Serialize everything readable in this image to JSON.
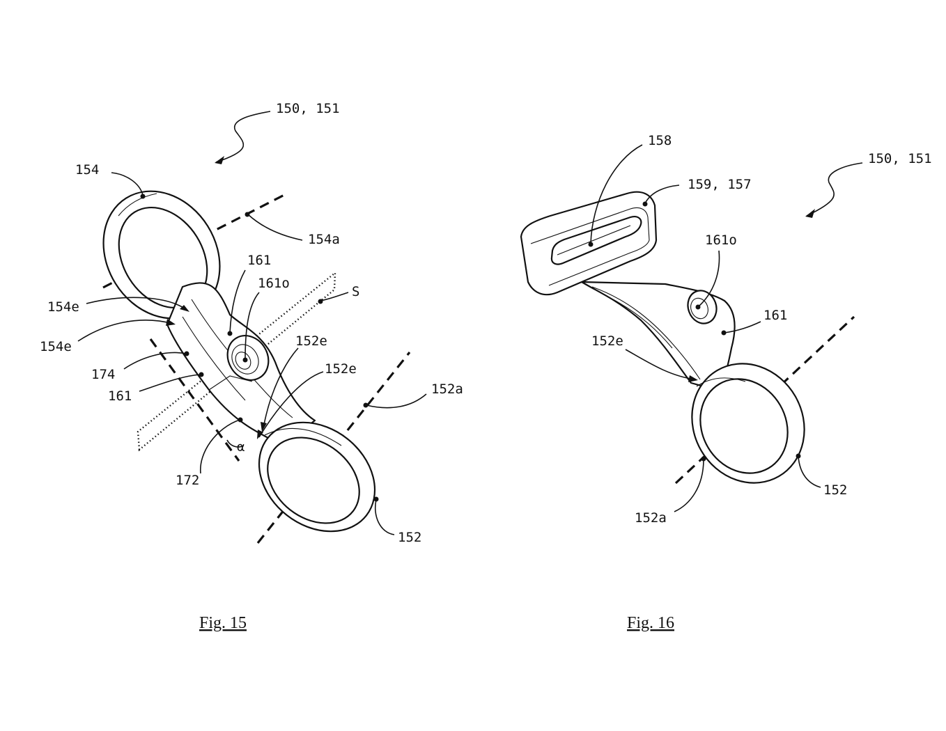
{
  "figures": [
    {
      "caption": "Fig. 15",
      "labels": {
        "ref_150_151": "150, 151",
        "ref_154": "154",
        "ref_154a": "154a",
        "ref_161_top": "161",
        "ref_161o": "161o",
        "ref_S": "S",
        "ref_154e_1": "154e",
        "ref_154e_2": "154e",
        "ref_152e_1": "152e",
        "ref_152e_2": "152e",
        "ref_174": "174",
        "ref_161_left": "161",
        "ref_152a": "152a",
        "ref_alpha": "α",
        "ref_172": "172",
        "ref_152": "152"
      }
    },
    {
      "caption": "Fig. 16",
      "labels": {
        "ref_158": "158",
        "ref_150_151": "150, 151",
        "ref_159_157": "159, 157",
        "ref_161o": "161o",
        "ref_161": "161",
        "ref_152e": "152e",
        "ref_152": "152",
        "ref_152a": "152a"
      }
    }
  ]
}
